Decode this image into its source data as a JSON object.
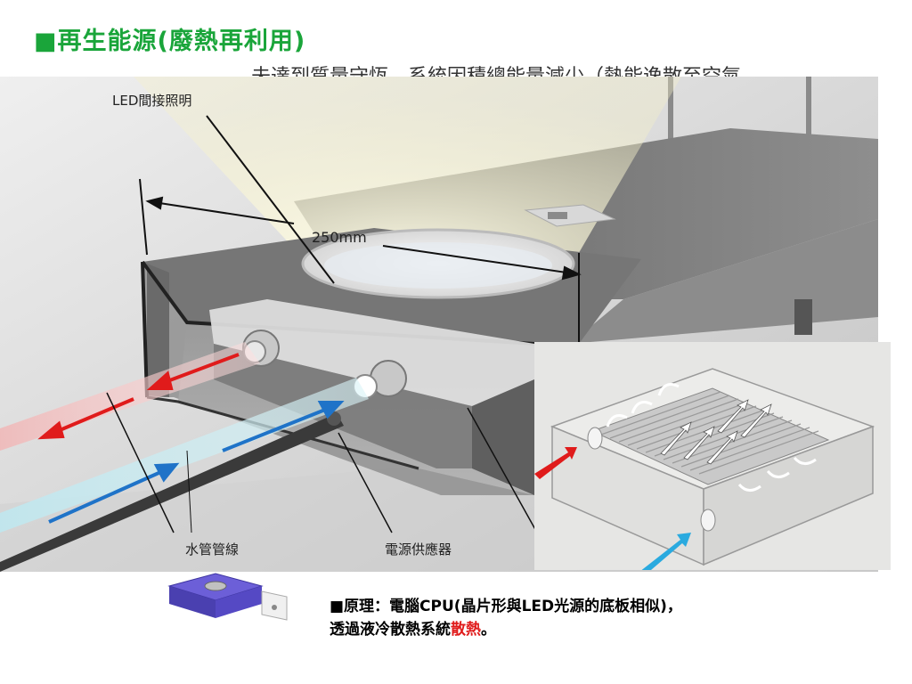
{
  "slide": {
    "title": "■再生能源(廢熱再利用)",
    "obscured_line": "未達到質量守恆，系統因積總能量減少（熱能逸散至空氣"
  },
  "illustration": {
    "led_label": "LED間接照明",
    "dimension_label": "250mm",
    "pipe_label": "水管管線",
    "power_label": "電源供應器"
  },
  "caption": {
    "line1": "■原理：電腦CPU(晶片形與LED光源的底板相似)，",
    "line2_prefix": "透過液冷散熱系統",
    "line2_highlight": "散熱",
    "line2_suffix": "。"
  },
  "colors": {
    "title_green": "#1aa53a",
    "hot_arrow": "#e01b1b",
    "cold_arrow": "#1f73c8",
    "highlight_red": "#e01b1b"
  }
}
